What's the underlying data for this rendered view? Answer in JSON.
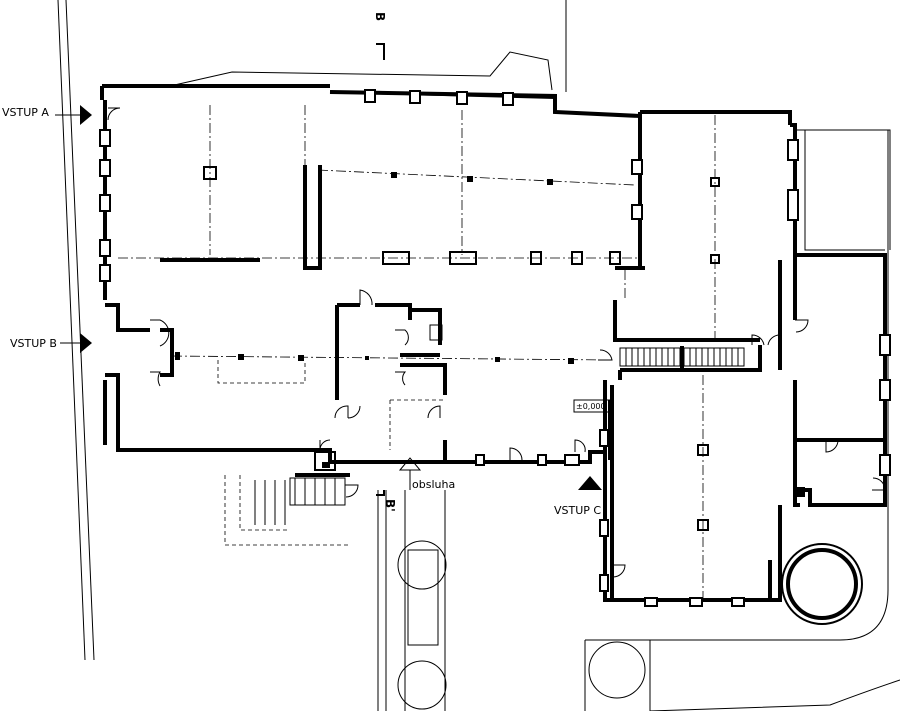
{
  "plan": {
    "entrances": {
      "a": "VSTUP A",
      "b": "VSTUP B",
      "c": "VSTUP C"
    },
    "section_marks": {
      "b_top": "B",
      "b_bottom": "B'"
    },
    "level_mark": "±0,000",
    "service_label": "obsluha"
  }
}
